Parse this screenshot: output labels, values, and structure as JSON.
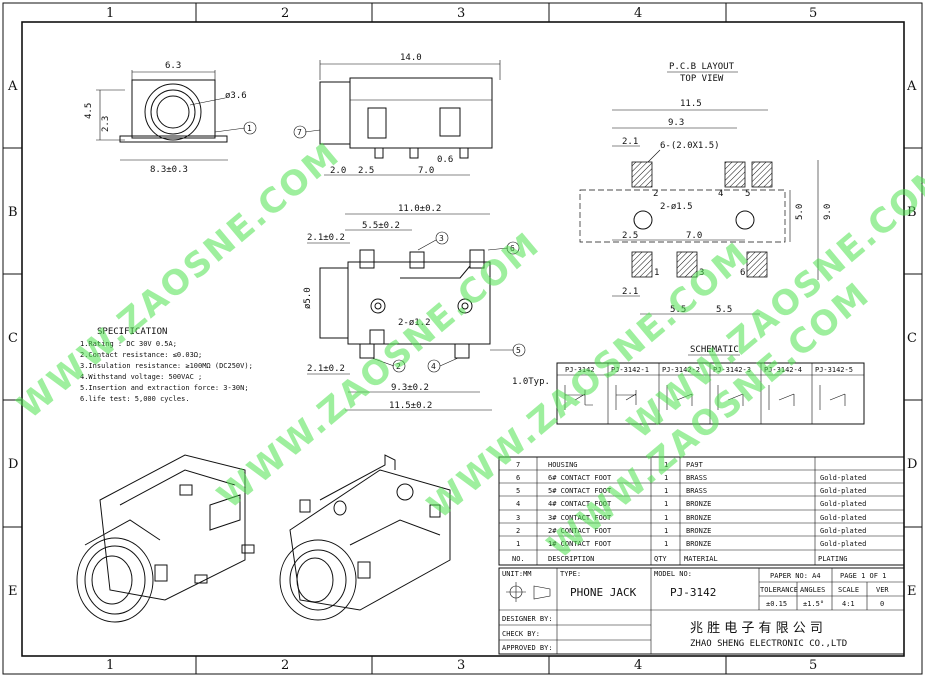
{
  "grid": {
    "columns": [
      "1",
      "2",
      "3",
      "4",
      "5"
    ],
    "rows": [
      "A",
      "B",
      "C",
      "D",
      "E"
    ]
  },
  "views": {
    "front_dims": {
      "width_top": "6.3",
      "height": "4.5",
      "offset": "2.3",
      "bottom": "8.3±0.3",
      "dia": "ø3.6"
    },
    "side_dims": {
      "length": "14.0",
      "d1": "2.0",
      "d2": "2.5",
      "d3": "7.0",
      "d4": "0.6"
    },
    "top_dims": {
      "width": "11.0±0.2",
      "a": "5.5±0.2",
      "b": "2.1±0.2",
      "c": "2.1±0.2",
      "d": "9.3±0.2",
      "e": "11.5±0.2",
      "f": "1.0Typ.",
      "hole": "2-ø1.2",
      "dia": "ø5.0"
    },
    "callouts": [
      "1",
      "2",
      "3",
      "4",
      "5",
      "6",
      "7"
    ]
  },
  "pcb": {
    "title": "P.C.B LAYOUT",
    "subtitle": "TOP VIEW",
    "dims": {
      "w": "11.5",
      "w2": "9.3",
      "pad_l": "2.1",
      "pads": "6-(2.0X1.5)",
      "holes": "2-ø1.5",
      "span": "2.5",
      "span2": "7.0",
      "h": "5.0",
      "h2": "9.0",
      "bl": "2.1",
      "s1": "5.5",
      "s2": "5.5"
    },
    "pad_labels": [
      "2",
      "4",
      "5",
      "1",
      "3",
      "6"
    ]
  },
  "specification": {
    "title": "SPECIFICATION",
    "lines": [
      "1.Rating : DC 30V 0.5A;",
      "2.Contact resistance: ≤0.03Ω;",
      "3.Insulation resistance: ≥100MΩ (DC250V);",
      "4.Withstand voltage: 500VAC ;",
      "5.Insertion and extraction force: 3-30N;",
      "6.life test: 5,000 cycles."
    ]
  },
  "schematic": {
    "title": "SCHEMATIC",
    "variants": [
      "PJ-3142",
      "PJ-3142-1",
      "PJ-3142-2",
      "PJ-3142-3",
      "PJ-3142-4",
      "PJ-3142-5"
    ]
  },
  "bom": {
    "rows": [
      {
        "no": "7",
        "desc": "HOUSING",
        "qty": "1",
        "material": "PA9T",
        "plating": ""
      },
      {
        "no": "6",
        "desc": "6# CONTACT FOOT",
        "qty": "1",
        "material": "BRASS",
        "plating": "Gold-plated"
      },
      {
        "no": "5",
        "desc": "5# CONTACT FOOT",
        "qty": "1",
        "material": "BRASS",
        "plating": "Gold-plated"
      },
      {
        "no": "4",
        "desc": "4# CONTACT FOOT",
        "qty": "1",
        "material": "BRONZE",
        "plating": "Gold-plated"
      },
      {
        "no": "3",
        "desc": "3# CONTACT FOOT",
        "qty": "1",
        "material": "BRONZE",
        "plating": "Gold-plated"
      },
      {
        "no": "2",
        "desc": "2# CONTACT FOOT",
        "qty": "1",
        "material": "BRONZE",
        "plating": "Gold-plated"
      },
      {
        "no": "1",
        "desc": "1# CONTACT FOOT",
        "qty": "1",
        "material": "BRONZE",
        "plating": "Gold-plated"
      }
    ],
    "header": {
      "no": "NO.",
      "desc": "DESCRIPTION",
      "qty": "QTY",
      "material": "MATERIAL",
      "plating": "PLATING"
    }
  },
  "title_block": {
    "unit": "UNIT:MM",
    "type_label": "TYPE:",
    "type": "PHONE JACK",
    "model_label": "MODEL NO:",
    "model": "PJ-3142",
    "paper": "PAPER NO: A4",
    "page": "PAGE 1 OF 1",
    "tolerance_label": "TOLERANCE",
    "angles_label": "ANGLES",
    "scale_label": "SCALE",
    "ver_label": "VER",
    "tolerance": "±0.15",
    "angles": "±1.5°",
    "scale": "4:1",
    "ver": "0",
    "designer": "DESIGNER BY:",
    "check": "CHECK BY:",
    "approved": "APPROVED BY:",
    "company_cn": "兆 胜 电 子 有 限 公 司",
    "company_en": "ZHAO SHENG ELECTRONIC CO.,LTD"
  },
  "watermark": "WWW.ZAOSNE.COM"
}
